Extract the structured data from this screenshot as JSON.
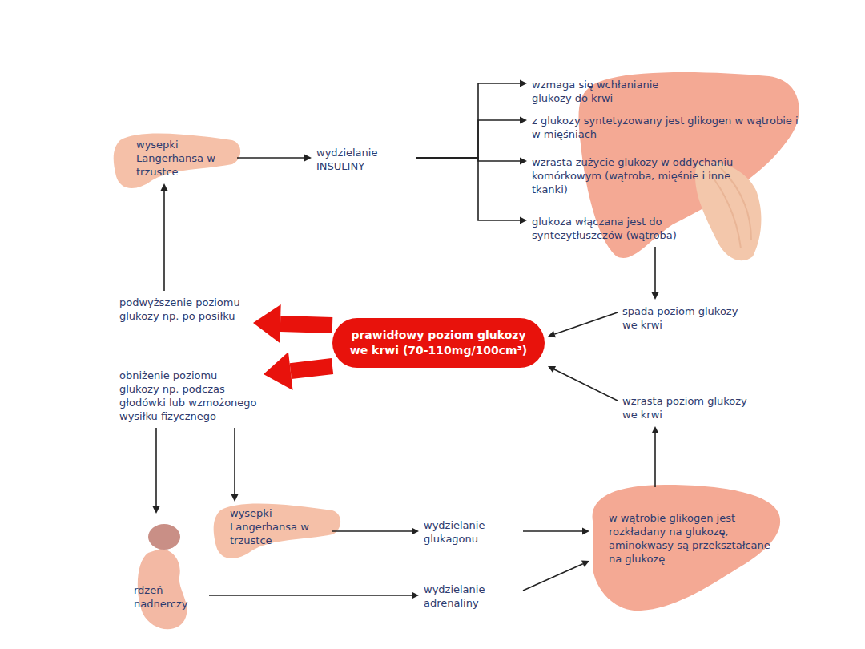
{
  "diagram": {
    "nodes": [
      {
        "text": [
          "wysepki Langerhansa w trzustce"
        ]
      },
      {
        "text": [
          "wydzielanie INSULINY"
        ]
      },
      {
        "text": [
          "wzmaga się wchłanianie glukozy do krwi"
        ]
      },
      {
        "text": [
          "z glukozy syntetyzowany jest glikogen w wątrobie i w mięśniach"
        ]
      },
      {
        "text": [
          "wzrasta zużycie glukozy w oddychaniu komórkowym (wątroba, mięśnie i inne tkanki)"
        ]
      },
      {
        "text": [
          "glukoza włączana jest do syntezytłuszczów (wątroba)"
        ]
      },
      {
        "text": [
          "spada poziom glukozy we krwi"
        ]
      },
      {
        "text": [
          "prawidłowy poziom glukozy we krwi (70-110mg/100cm³)"
        ]
      },
      {
        "text": [
          "podwyższenie poziomu glukozy np. po posiłku"
        ]
      },
      {
        "text": [
          "obniżenie poziomu glukozy np. podczas głodówki lub wzmożonego wysiłku fizycznego"
        ]
      },
      {
        "text": [
          "wysepki Langerhansa w trzustce"
        ]
      },
      {
        "text": [
          "rdzeń nadnerczy"
        ]
      },
      {
        "text": [
          "wydzielanie glukagonu"
        ]
      },
      {
        "text": [
          "wydzielanie adrenaliny"
        ]
      },
      {
        "text": [
          "w wątrobie glikogen jest rozkładany na glukozę, aminokwasy są przekształcane na glukozę"
        ]
      },
      {
        "text": [
          "wzrasta poziom glukozy we krwi"
        ]
      }
    ],
    "edges": [
      {
        "from": 8,
        "to": 0,
        "arrow": "to"
      },
      {
        "from": 0,
        "to": 1,
        "arrow": "to"
      },
      {
        "from": 1,
        "to": 2,
        "arrow": "to"
      },
      {
        "from": 1,
        "to": 3,
        "arrow": "to"
      },
      {
        "from": 1,
        "to": 4,
        "arrow": "to"
      },
      {
        "from": 1,
        "to": 5,
        "arrow": "to"
      },
      {
        "from": 5,
        "to": 6,
        "arrow": "to"
      },
      {
        "from": 6,
        "to": 7,
        "arrow": "to"
      },
      {
        "from": 7,
        "to": 8,
        "arrow": "to"
      },
      {
        "from": 7,
        "to": 9,
        "arrow": "to"
      },
      {
        "from": 9,
        "to": 11,
        "arrow": "to"
      },
      {
        "from": 9,
        "to": 10,
        "arrow": "to"
      },
      {
        "from": 10,
        "to": 12,
        "arrow": "to"
      },
      {
        "from": 11,
        "to": 13,
        "arrow": "to"
      },
      {
        "from": 12,
        "to": 14,
        "arrow": "to"
      },
      {
        "from": 13,
        "to": 14,
        "arrow": "to"
      },
      {
        "from": 14,
        "to": 15,
        "arrow": "to"
      },
      {
        "from": 15,
        "to": 7,
        "arrow": "to"
      }
    ]
  }
}
